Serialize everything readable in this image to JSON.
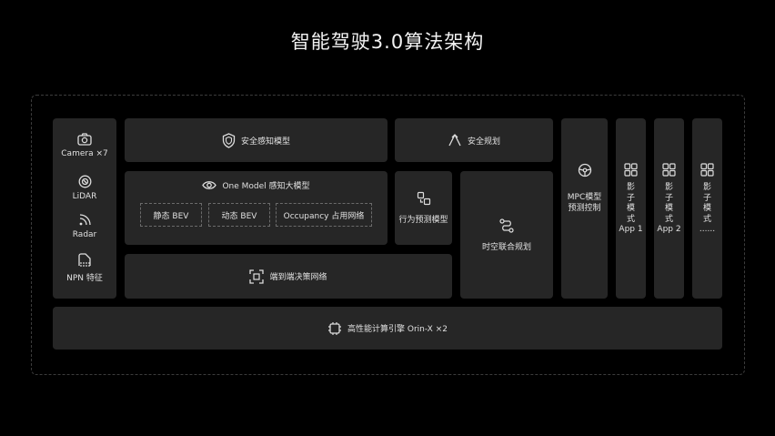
{
  "title": "智能驾驶3.0算法架构",
  "sensors": [
    {
      "icon": "camera-icon",
      "label": "Camera ×7"
    },
    {
      "icon": "lidar-icon",
      "label": "LiDAR"
    },
    {
      "icon": "radar-icon",
      "label": "Radar"
    },
    {
      "icon": "npn-icon",
      "label": "NPN 特征"
    }
  ],
  "safety_perception": "安全感知模型",
  "safety_planning": "安全规划",
  "one_model": {
    "label": "One Model 感知大模型",
    "subs": [
      "静态 BEV",
      "动态 BEV",
      "Occupancy 占用网络"
    ]
  },
  "behavior_prediction": "行为预测模型",
  "spatiotemporal_planning": "时空联合规划",
  "end_to_end": "端到端决策网络",
  "mpc": {
    "line1": "MPC模型",
    "line2": "预测控制"
  },
  "shadow_apps": [
    {
      "chars": [
        "影",
        "子",
        "模",
        "式"
      ],
      "sub": "App 1"
    },
    {
      "chars": [
        "影",
        "子",
        "模",
        "式"
      ],
      "sub": "App 2"
    },
    {
      "chars": [
        "影",
        "子",
        "模",
        "式"
      ],
      "sub": "......"
    }
  ],
  "compute": "高性能计算引擎 Orin-X ×2"
}
